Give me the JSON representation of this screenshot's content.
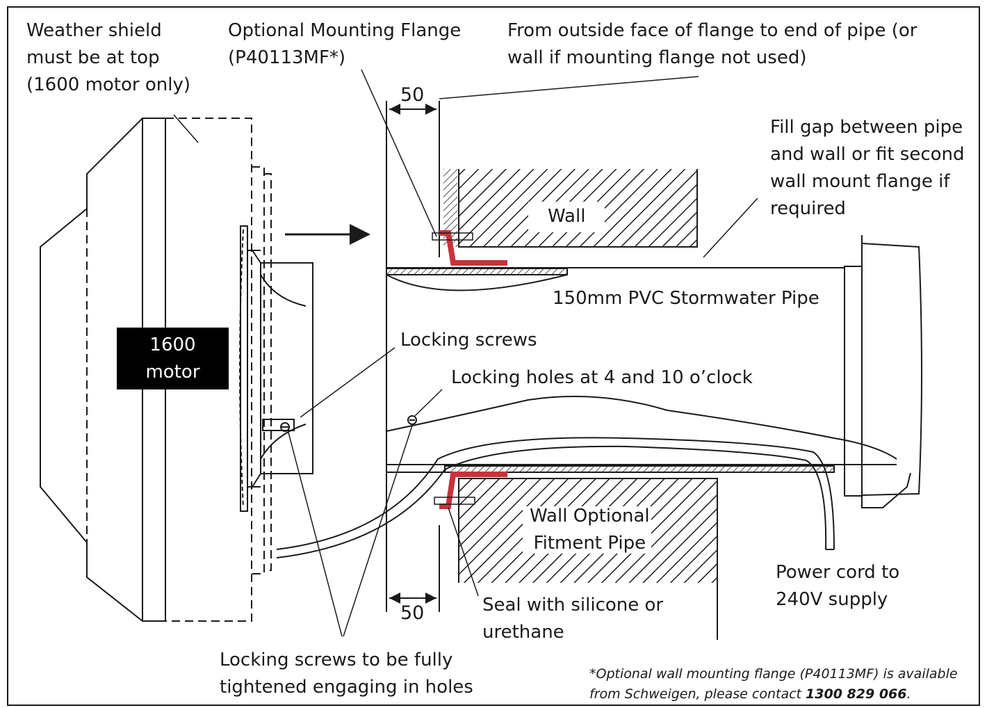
{
  "labels": {
    "weather_shield": "Weather shield\nmust be at top\n(1600 motor only)",
    "mounting_flange": "Optional Mounting Flange\n(P40113MF*)",
    "flange_distance": "From outside face of flange to end of pipe (or\nwall if mounting flange not used)",
    "fill_gap": "Fill gap between pipe\nand wall or fit second\nwall mount flange if\nrequired",
    "wall_top": "Wall",
    "pipe": "150mm PVC Stormwater Pipe",
    "locking_screws": "Locking screws",
    "locking_holes": "Locking holes at 4 and 10 o’clock",
    "wall_bottom": "Wall Optional\nFitment Pipe",
    "power_cord": "Power cord to\n240V supply",
    "seal": "Seal with silicone or\nurethane",
    "tighten": "Locking screws to be fully\ntightened engaging in holes",
    "motor": "1600\nmotor"
  },
  "dimensions": {
    "top": "50",
    "bottom": "50"
  },
  "footnote": {
    "line1": "*Optional wall mounting flange (P40113MF) is available",
    "line2_prefix": "from Schweigen, please contact ",
    "line2_phone": "1300 829 066",
    "line2_suffix": "."
  },
  "colors": {
    "flange": "#c8323c",
    "ink": "#1a1a1a"
  }
}
